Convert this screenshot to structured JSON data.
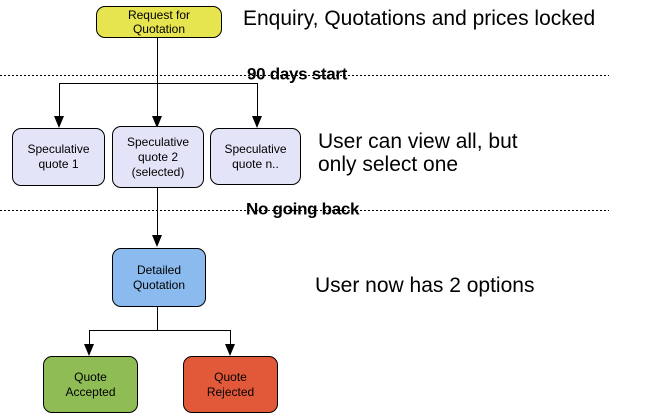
{
  "diagram": {
    "nodes": {
      "request": {
        "label": "Request for\nQuotation",
        "color": "#e6e44f"
      },
      "spec1": {
        "label": "Speculative\nquote 1",
        "color": "#e4e4f8"
      },
      "spec2": {
        "label": "Speculative\nquote 2\n(selected)",
        "color": "#e4e4f8"
      },
      "specn": {
        "label": "Speculative\nquote n..",
        "color": "#e4e4f8"
      },
      "detailed": {
        "label": "Detailed\nQuotation",
        "color": "#8bbbee"
      },
      "accepted": {
        "label": "Quote\nAccepted",
        "color": "#8fbc55"
      },
      "rejected": {
        "label": "Quote\nRejected",
        "color": "#e2593a"
      }
    },
    "dividers": [
      {
        "label": "90 days start"
      },
      {
        "label": "No going back"
      }
    ],
    "annotations": {
      "top": "Enquiry, Quotations and prices locked",
      "middle": "User can view all, but\nonly select one",
      "bottom": "User now has 2 options"
    },
    "colors": {
      "background": "#ffffff",
      "line": "#000000",
      "text": "#000000"
    }
  }
}
